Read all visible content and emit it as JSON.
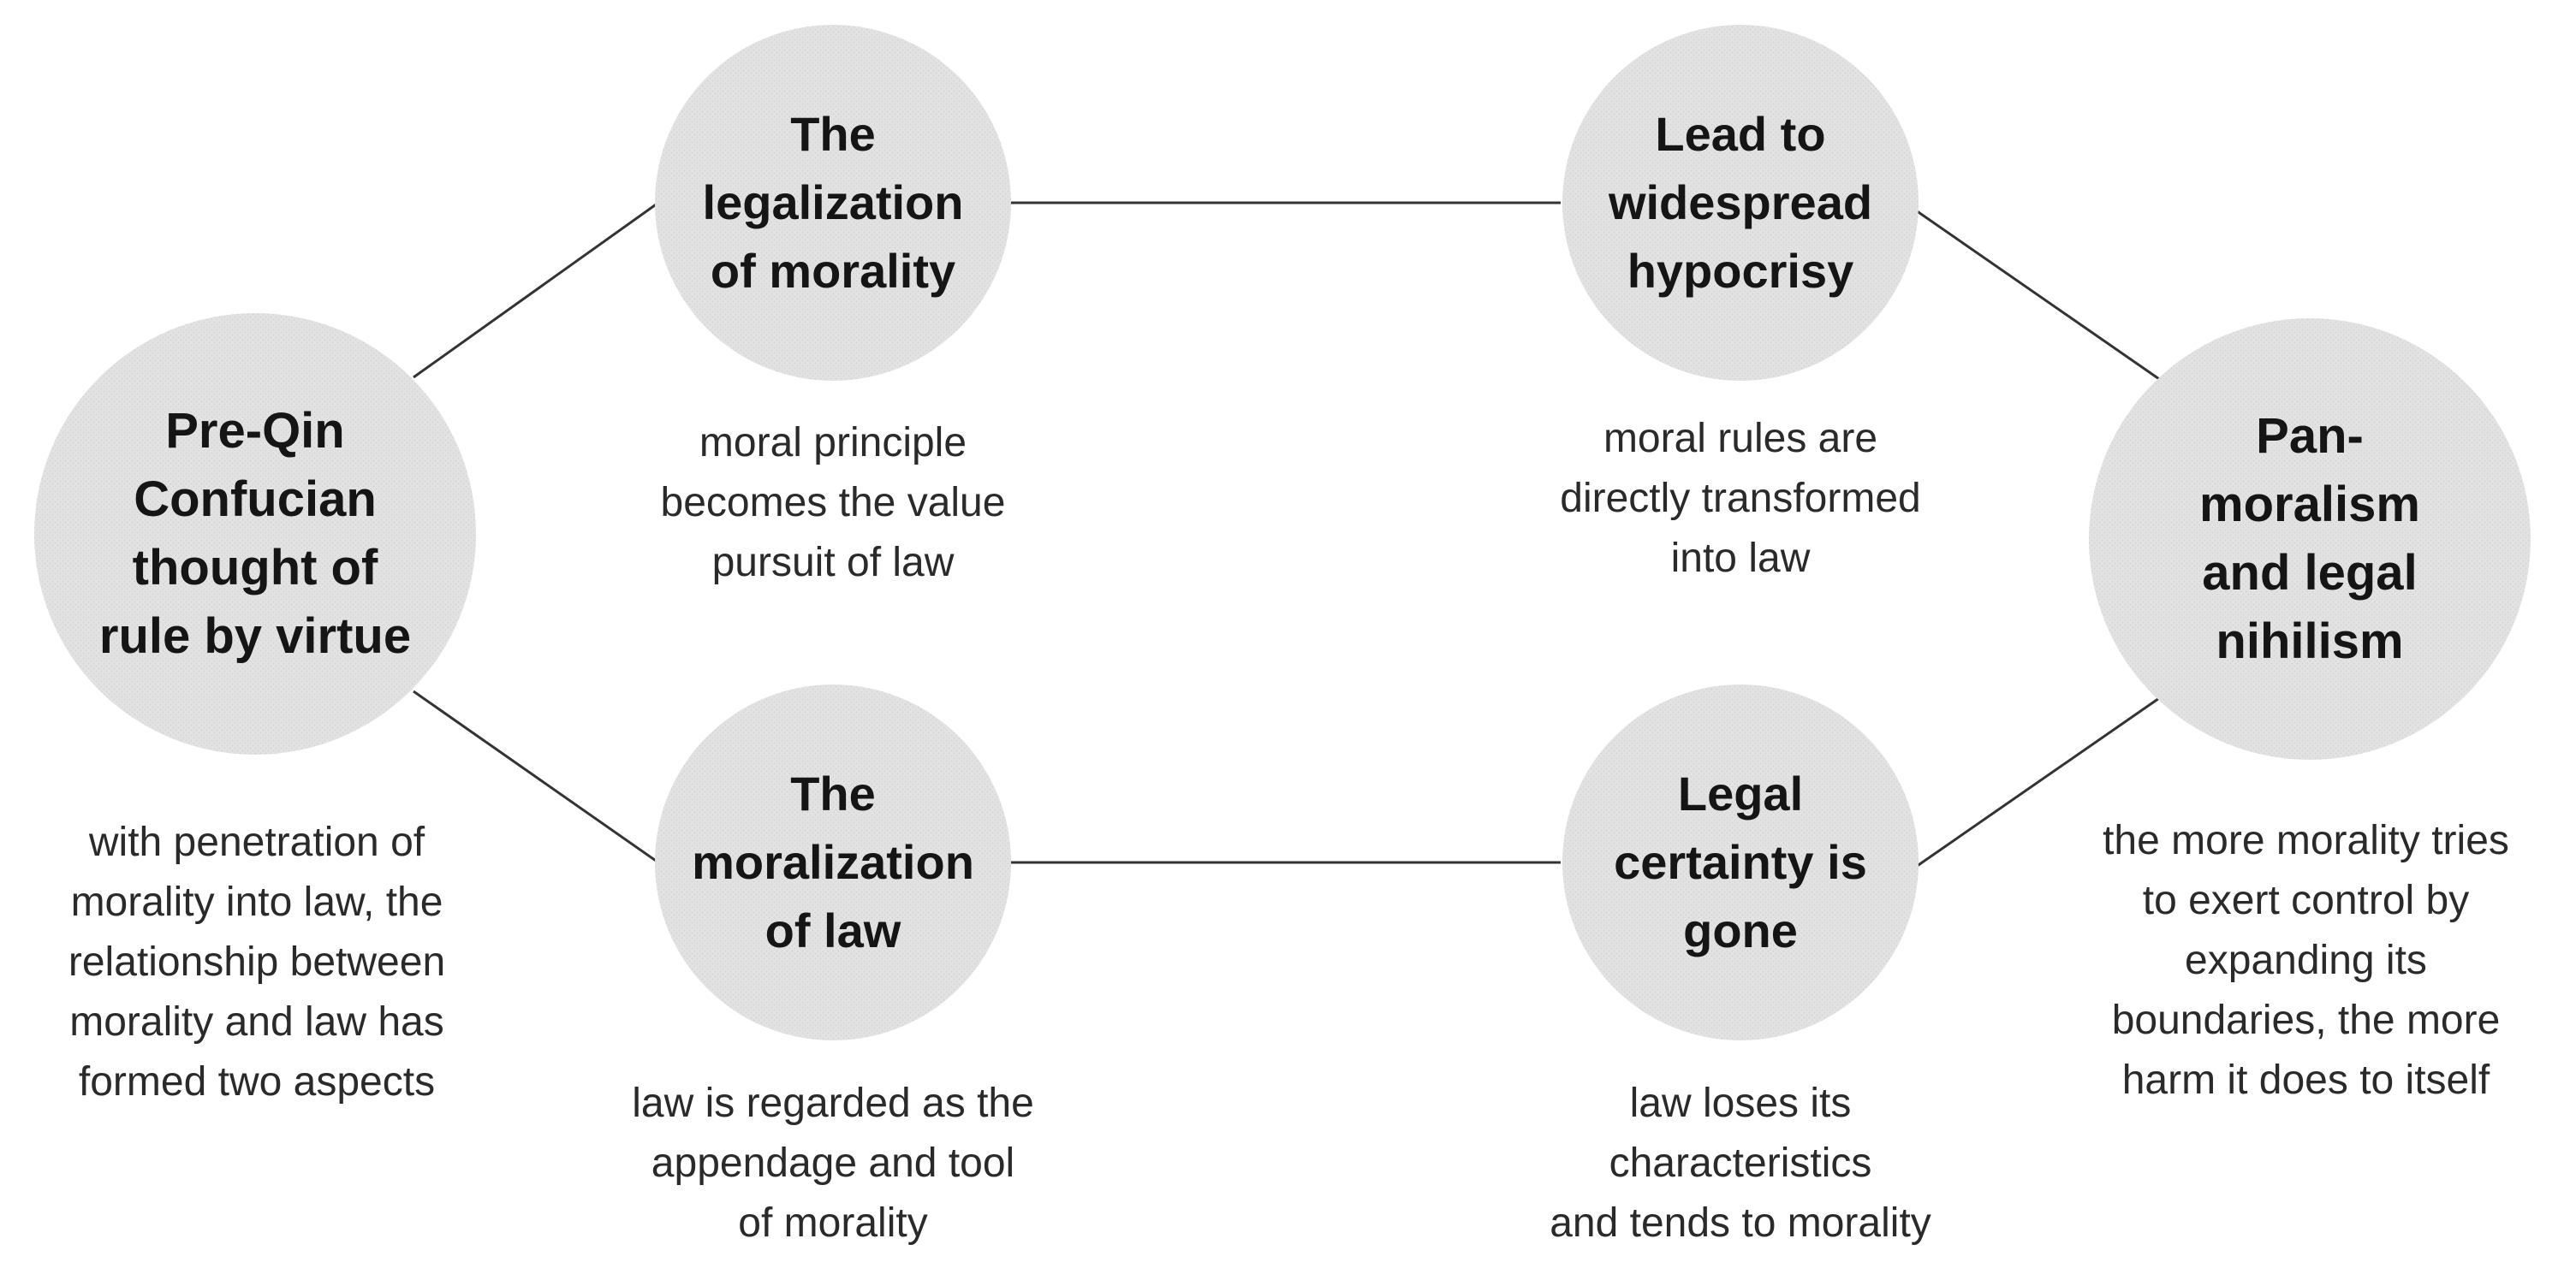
{
  "diagram": {
    "colors": {
      "node_fill": "#e2e2e2",
      "connector": "#333333"
    },
    "nodes": [
      {
        "id": "pre_qin",
        "label": "Pre-Qin\nConfucian\nthought of\nrule by virtue"
      },
      {
        "id": "legalization",
        "label": "The\nlegalization\nof morality"
      },
      {
        "id": "moralization",
        "label": "The\nmoralization\nof law"
      },
      {
        "id": "hypocrisy",
        "label": "Lead to\nwidespread\nhypocrisy"
      },
      {
        "id": "certainty",
        "label": "Legal\ncertainty is\ngone"
      },
      {
        "id": "pan_moralism",
        "label": "Pan-\nmoralism\nand legal\nnihilism"
      }
    ],
    "descriptions": [
      {
        "id": "pre_qin_desc",
        "text": "with penetration of\nmorality into law, the\nrelationship between\nmorality and law has\nformed two aspects"
      },
      {
        "id": "legalization_desc",
        "text": "moral principle\nbecomes the value\npursuit of law"
      },
      {
        "id": "moralization_desc",
        "text": "law is regarded as the\nappendage and tool\nof morality"
      },
      {
        "id": "hypocrisy_desc",
        "text": "moral rules are\ndirectly transformed\ninto law"
      },
      {
        "id": "certainty_desc",
        "text": "law loses its\ncharacteristics\nand tends to morality"
      },
      {
        "id": "pan_moralism_desc",
        "text": "the more morality tries\nto exert control by\nexpanding its\nboundaries, the more\nharm it does to itself"
      }
    ],
    "edges": [
      {
        "from": "pre_qin",
        "to": "legalization"
      },
      {
        "from": "pre_qin",
        "to": "moralization"
      },
      {
        "from": "legalization",
        "to": "hypocrisy"
      },
      {
        "from": "moralization",
        "to": "certainty"
      },
      {
        "from": "hypocrisy",
        "to": "pan_moralism"
      },
      {
        "from": "certainty",
        "to": "pan_moralism"
      }
    ]
  }
}
